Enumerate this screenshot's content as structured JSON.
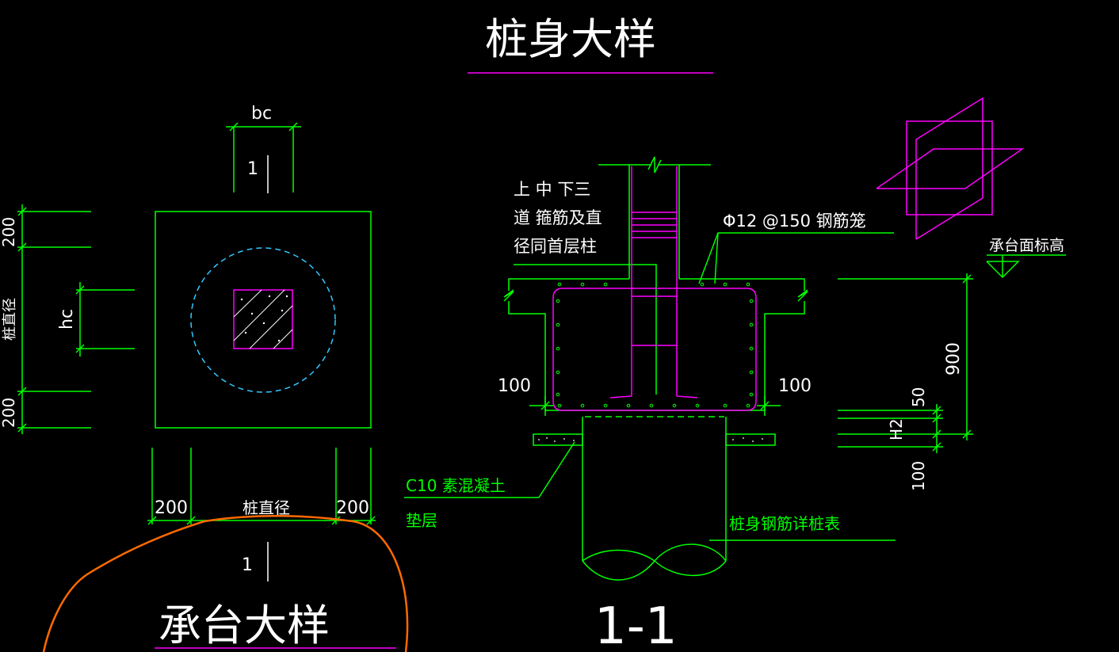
{
  "titles": {
    "pile_detail": "桩身大样",
    "cap_detail": "承台大样",
    "section": "1-1"
  },
  "plan": {
    "dim_bc": "bc",
    "dim_hc": "hc",
    "dim_top": "200",
    "dim_bottom": "200",
    "side_label": "桩直径",
    "bottom_left": "200",
    "bottom_right": "200",
    "bottom_center": "桩直径",
    "cut_top": "1",
    "cut_bottom": "1"
  },
  "section": {
    "note_line1": "上 中 下三",
    "note_line2": "道 箍筋及直",
    "note_line3": "径同首层柱",
    "cage_label": "Φ12 @150 钢筋笼",
    "cap_level": "承台面标高",
    "dim_left": "100",
    "dim_right": "100",
    "dim_900": "900",
    "dim_50": "50",
    "dim_h2": "H2",
    "dim_100": "100",
    "cushion_line1": "C10 素混凝土",
    "cushion_line2": "垫层",
    "pile_rebar": "桩身钢筋详桩表"
  },
  "colors": {
    "background": "#000000",
    "lines": "#00ff00",
    "text": "#ffffff",
    "rebar": "#ff00ff",
    "pile_circle": "#33c6ff",
    "markup": "#ff6a00"
  }
}
